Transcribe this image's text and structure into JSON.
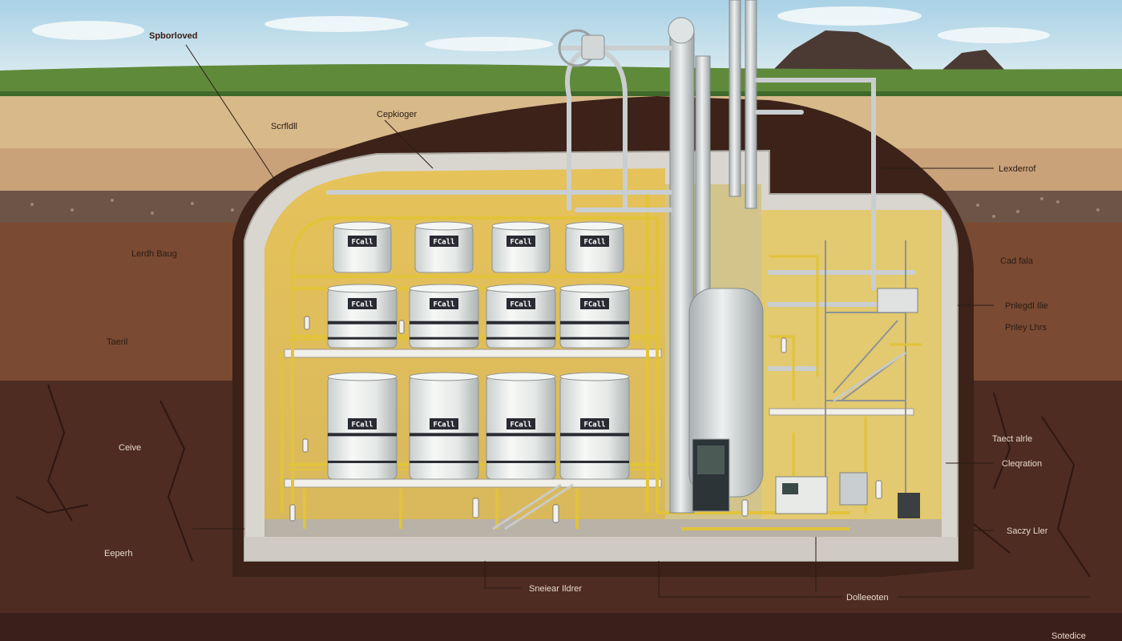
{
  "labels": {
    "top_left": "Spborloved",
    "upper_left_1": "Scrfldll",
    "upper_center": "Cepkioger",
    "upper_right": "Lexderrof",
    "mid_left_1": "Lerdh Baug",
    "mid_left_2": "Taeril",
    "mid_right_1": "Cad fala",
    "mid_right_2": "Prilegdl Ilie",
    "mid_right_3": "Priley Lhrs",
    "lower_left_1": "Ceive",
    "lower_right_1": "Taect alrle",
    "lower_right_2": "Cleqration",
    "lower_left_2": "Eeperh",
    "bottom_right_1": "Saczy Ller",
    "bottom_center": "Sneiear Ildrer",
    "bottom_right_2": "Dolleeoten",
    "corner": "Sotedice"
  },
  "tank_label": "FCall",
  "colors": {
    "sky": "#b9dbe9",
    "grass": "#5f8a3a",
    "topsoil": "#d8b98a",
    "soil_mid": "#7a4a32",
    "soil_deep": "#4e2c22",
    "concrete": "#d9d6d0",
    "chamber_wall": "#e7c660",
    "pipe_yellow": "#e2c33a",
    "tank": "#eef0ee",
    "tank_label_bg": "#2a2a32"
  }
}
